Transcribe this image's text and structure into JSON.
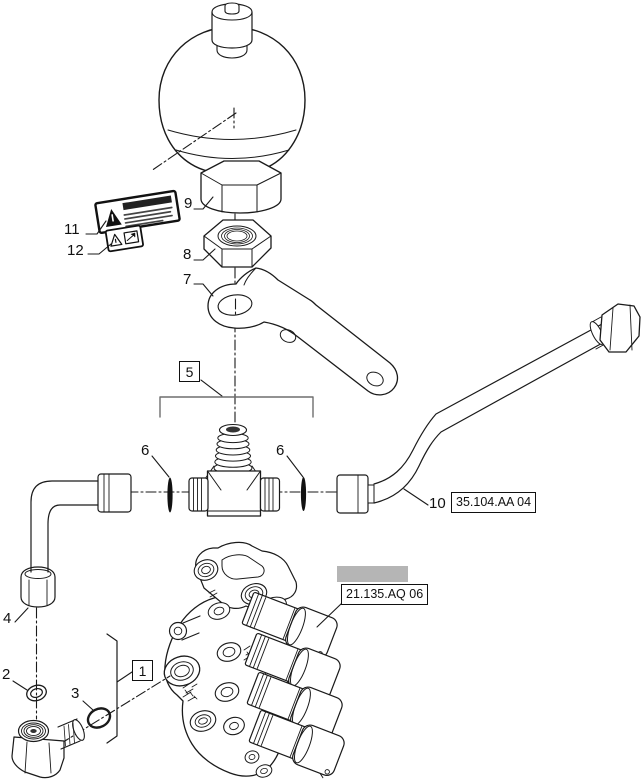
{
  "figure": {
    "type": "exploded-parts-diagram",
    "colors": {
      "line": "#1a1a1a",
      "redaction_bar": "#b5b5b5",
      "background": "#ffffff"
    }
  },
  "callouts": {
    "c1": "1",
    "c2": "2",
    "c3": "3",
    "c4": "4",
    "c5": "5",
    "c6": "6",
    "c7": "7",
    "c8": "8",
    "c9": "9",
    "c10": "10",
    "c11": "11",
    "c12": "12"
  },
  "references": {
    "tube": "35.104.AA 04",
    "valve": "21.135.AQ 06"
  }
}
